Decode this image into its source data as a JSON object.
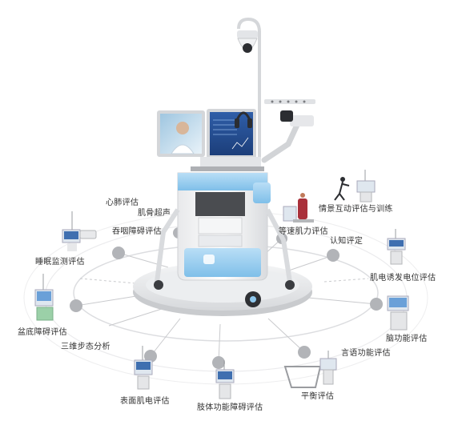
{
  "labels": {
    "xinfei": "心肺评估",
    "jigu": "肌骨超声",
    "tunyan": "吞咽障碍评估",
    "qingjing": "情景互动评估与训练",
    "dengsu": "等速肌力评估",
    "renzhi": "认知评定",
    "shuimian": "睡眠监测评估",
    "jidian_youfa": "肌电诱发电位评估",
    "pendi": "盆底障碍评估",
    "nao": "脑功能评估",
    "sanwei": "三维步态分析",
    "yanyu": "言语功能评估",
    "biaomian": "表面肌电评估",
    "zhiti": "肢体功能障碍评估",
    "pingheng": "平衡评估"
  },
  "colors": {
    "accent_blue": "#8fc8ee",
    "platform_gray": "#e6e7e9",
    "dot_gray": "#b2b4b8",
    "text": "#333333"
  }
}
